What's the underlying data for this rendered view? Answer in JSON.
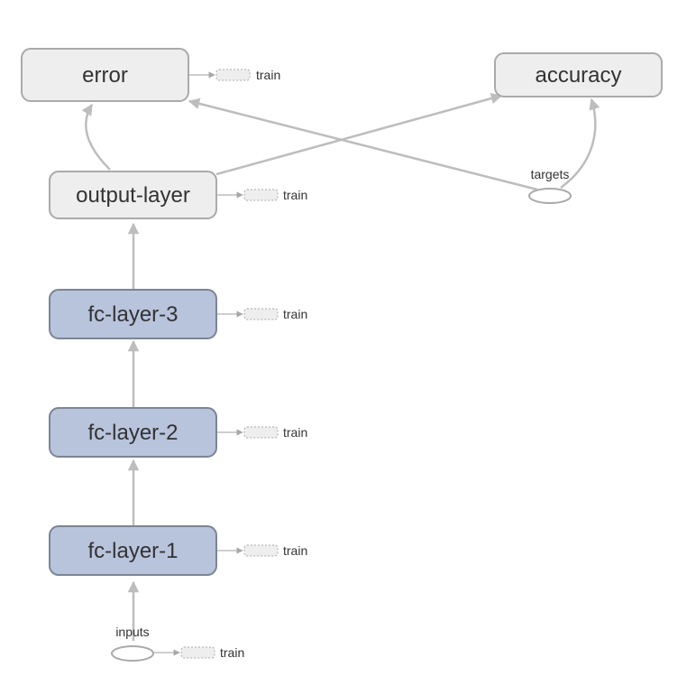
{
  "colors": {
    "gray_node_fill": "#eeeeee",
    "gray_node_stroke": "#aaaaaa",
    "blue_node_fill": "#b8c3dc",
    "blue_node_stroke": "#7c8594",
    "edge": "#bdbdbd"
  },
  "nodes": {
    "error": {
      "label": "error"
    },
    "accuracy": {
      "label": "accuracy"
    },
    "output_layer": {
      "label": "output-layer"
    },
    "fc_layer_3": {
      "label": "fc-layer-3"
    },
    "fc_layer_2": {
      "label": "fc-layer-2"
    },
    "fc_layer_1": {
      "label": "fc-layer-1"
    },
    "targets": {
      "label": "targets"
    },
    "inputs": {
      "label": "inputs"
    }
  },
  "train_labels": {
    "error": "train",
    "output_layer": "train",
    "fc_layer_3": "train",
    "fc_layer_2": "train",
    "fc_layer_1": "train",
    "inputs": "train"
  },
  "edges": [
    {
      "from": "inputs",
      "to": "fc-layer-1"
    },
    {
      "from": "fc-layer-1",
      "to": "fc-layer-2"
    },
    {
      "from": "fc-layer-2",
      "to": "fc-layer-3"
    },
    {
      "from": "fc-layer-3",
      "to": "output-layer"
    },
    {
      "from": "output-layer",
      "to": "error"
    },
    {
      "from": "output-layer",
      "to": "accuracy"
    },
    {
      "from": "targets",
      "to": "error"
    },
    {
      "from": "targets",
      "to": "accuracy"
    }
  ]
}
